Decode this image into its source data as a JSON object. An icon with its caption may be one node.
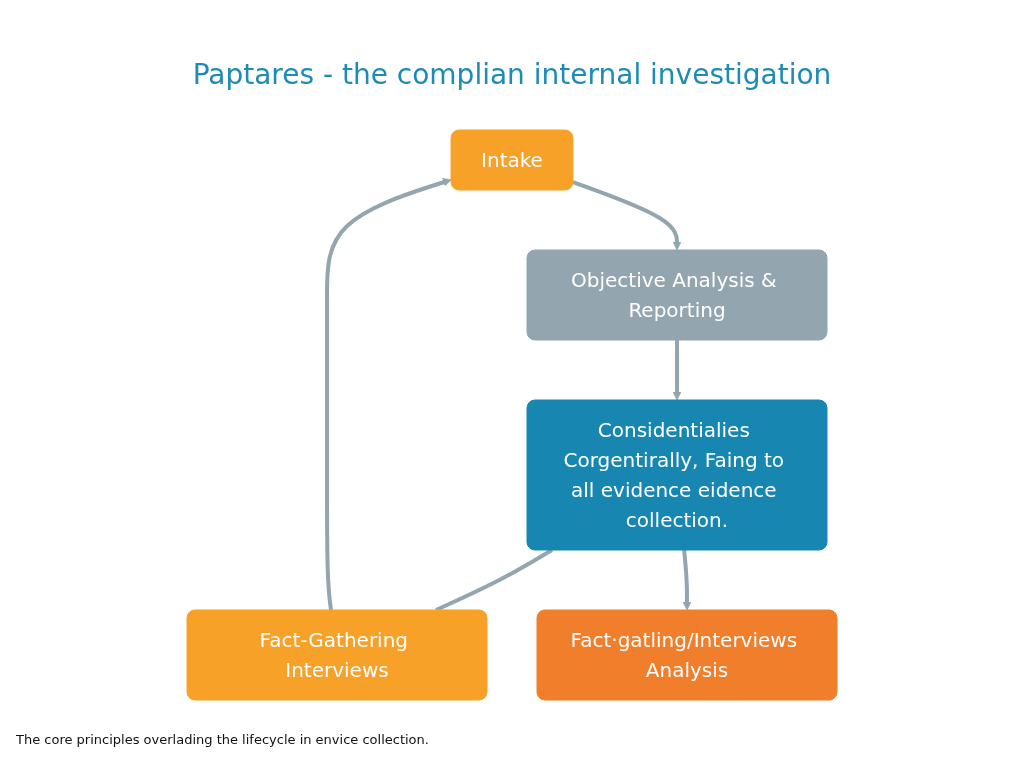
{
  "diagram": {
    "title": "Paptares - the complian internal investigation",
    "nodes": [
      {
        "text": [
          "Intake"
        ]
      },
      {
        "text": [
          "Fact-Gathering Interviews"
        ]
      },
      {
        "text": [
          "Fact·gatling/Interviews Analysis"
        ]
      },
      {
        "text": [
          "Objective Analysis & Reporting"
        ]
      },
      {
        "text": [
          "Considentialies Corgentirally, Faing to all evidence eidence collection."
        ]
      }
    ],
    "edges": [
      {
        "from": 1,
        "to": 0,
        "arrow": "to"
      },
      {
        "from": 0,
        "to": 3,
        "arrow": "to"
      },
      {
        "from": 3,
        "to": 4,
        "arrow": "to"
      },
      {
        "from": 4,
        "to": 1,
        "arrow": "none"
      },
      {
        "from": 4,
        "to": 2,
        "arrow": "to"
      }
    ],
    "caption": "The core principles overlading the lifecycle in envice collection."
  }
}
